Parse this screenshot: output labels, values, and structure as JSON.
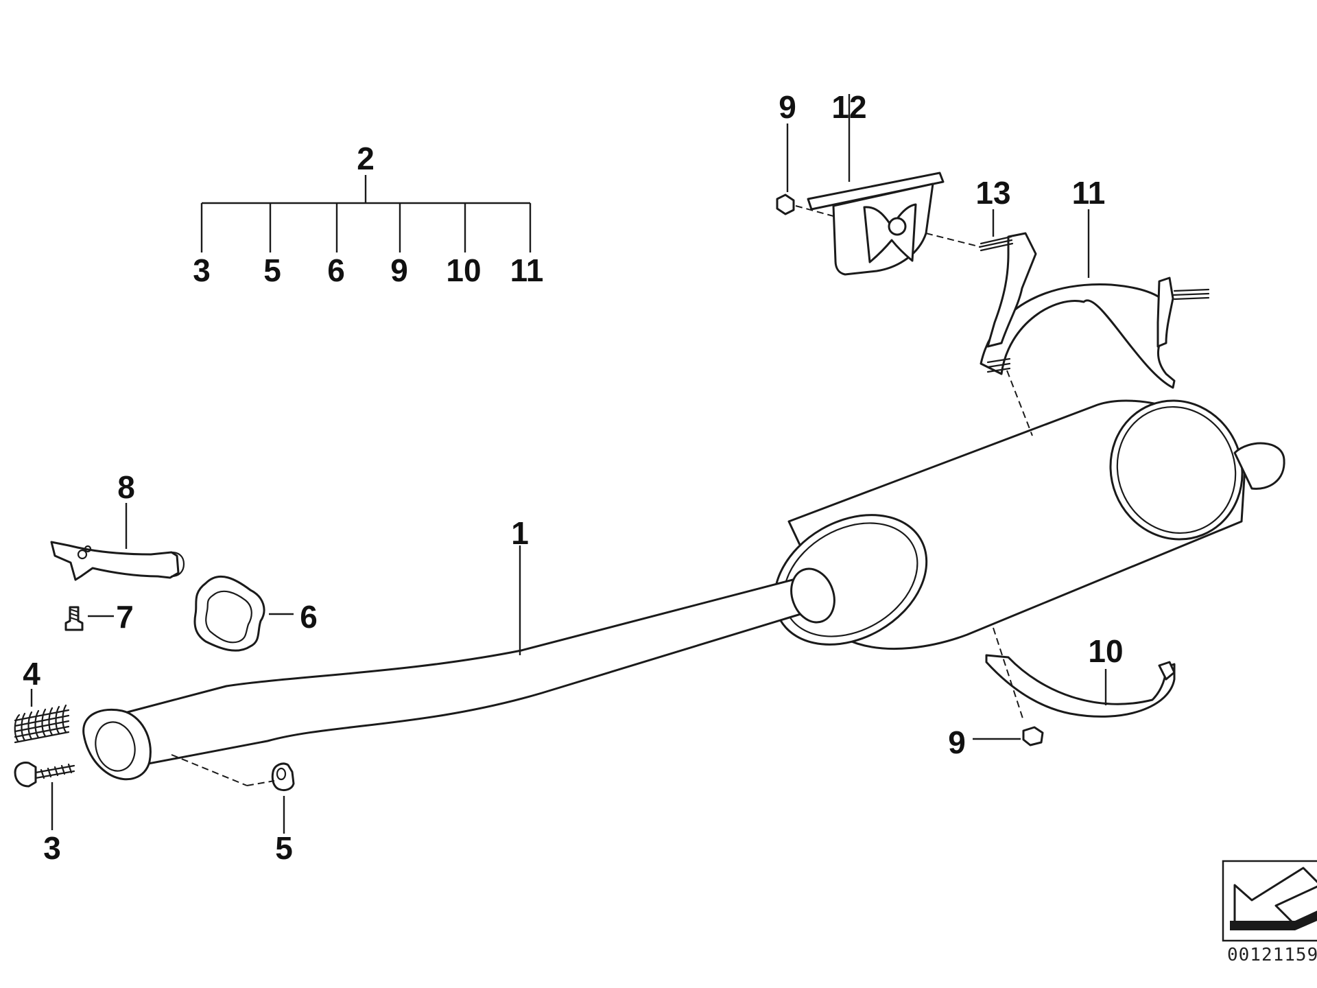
{
  "diagram": {
    "callouts": {
      "c1": "1",
      "c2": "2",
      "c3": "3",
      "c4": "4",
      "c5": "5",
      "c6": "6",
      "c7": "7",
      "c8": "8",
      "c9a": "9",
      "c9b": "9",
      "c10": "10",
      "c11": "11",
      "c12": "12",
      "c13": "13"
    },
    "kit_breakdown": {
      "parent": "2",
      "members": [
        "3",
        "5",
        "6",
        "9",
        "10",
        "11"
      ]
    },
    "reference_number": "00121159"
  }
}
